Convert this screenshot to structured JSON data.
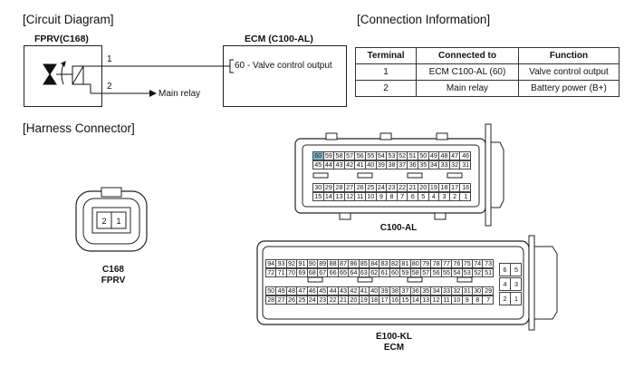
{
  "sections": {
    "circuit_diagram": "[Circuit Diagram]",
    "connection_information": "[Connection Information]",
    "harness_connector": "[Harness Connector]"
  },
  "circuit": {
    "fprv_label": "FPRV(C168)",
    "ecm_label": "ECM (C100-AL)",
    "pin1": "1",
    "pin2": "2",
    "ecm_pin_text": "60 - Valve control output",
    "main_relay": "Main relay"
  },
  "connection_table": {
    "headers": [
      "Terminal",
      "Connected to",
      "Function"
    ],
    "rows": [
      [
        "1",
        "ECM C100-AL (60)",
        "Valve control output"
      ],
      [
        "2",
        "Main relay",
        "Battery power (B+)"
      ]
    ]
  },
  "connectors": {
    "fprv": {
      "pins": [
        "2",
        "1"
      ],
      "caption_line1": "C168",
      "caption_line2": "FPRV"
    },
    "c100": {
      "caption": "C100-AL",
      "row1": [
        "60",
        "59",
        "58",
        "57",
        "56",
        "55",
        "54",
        "53",
        "52",
        "51",
        "50",
        "49",
        "48",
        "47",
        "46"
      ],
      "row2": [
        "45",
        "44",
        "43",
        "42",
        "41",
        "40",
        "39",
        "38",
        "37",
        "36",
        "35",
        "34",
        "33",
        "32",
        "31"
      ],
      "row3": [
        "30",
        "29",
        "28",
        "27",
        "26",
        "25",
        "24",
        "23",
        "22",
        "21",
        "20",
        "19",
        "18",
        "17",
        "16"
      ],
      "row4": [
        "15",
        "14",
        "13",
        "12",
        "11",
        "10",
        "9",
        "8",
        "7",
        "6",
        "5",
        "4",
        "3",
        "2",
        "1"
      ]
    },
    "e100": {
      "caption_line1": "E100-KL",
      "caption_line2": "ECM",
      "row1": [
        "94",
        "93",
        "92",
        "91",
        "90",
        "89",
        "88",
        "87",
        "86",
        "85",
        "84",
        "83",
        "82",
        "81",
        "80",
        "79",
        "78",
        "77",
        "76",
        "75",
        "74",
        "73"
      ],
      "row2": [
        "72",
        "71",
        "70",
        "69",
        "68",
        "67",
        "66",
        "65",
        "64",
        "63",
        "62",
        "61",
        "60",
        "59",
        "58",
        "57",
        "56",
        "55",
        "54",
        "53",
        "52",
        "51"
      ],
      "row3": [
        "50",
        "49",
        "48",
        "47",
        "46",
        "45",
        "44",
        "43",
        "42",
        "41",
        "40",
        "39",
        "38",
        "37",
        "36",
        "35",
        "34",
        "33",
        "32",
        "31",
        "30",
        "29"
      ],
      "row4": [
        "28",
        "27",
        "26",
        "25",
        "24",
        "23",
        "22",
        "21",
        "20",
        "19",
        "18",
        "17",
        "16",
        "15",
        "14",
        "13",
        "12",
        "11",
        "10",
        "9",
        "8",
        "7"
      ],
      "side": [
        [
          "6",
          "5"
        ],
        [
          "4",
          "3"
        ],
        [
          "2",
          "1"
        ]
      ]
    }
  }
}
